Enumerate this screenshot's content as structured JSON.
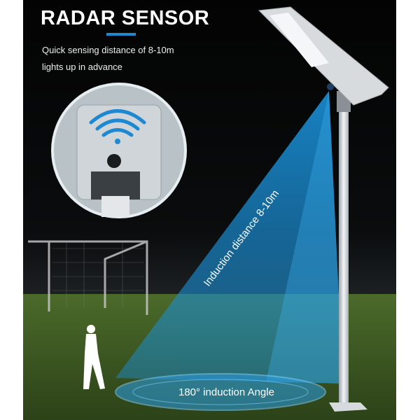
{
  "header": {
    "title": "RADAR SENSOR",
    "subtitle_line1": "Quick sensing distance of 8-10m",
    "subtitle_line2": "lights up in advance"
  },
  "annotations": {
    "distance_label": "Induction distance 8-10m",
    "angle_label": "180° induction Angle"
  },
  "colors": {
    "accent": "#1e88d0",
    "background": "#050505",
    "grass": "#3d5a22"
  }
}
